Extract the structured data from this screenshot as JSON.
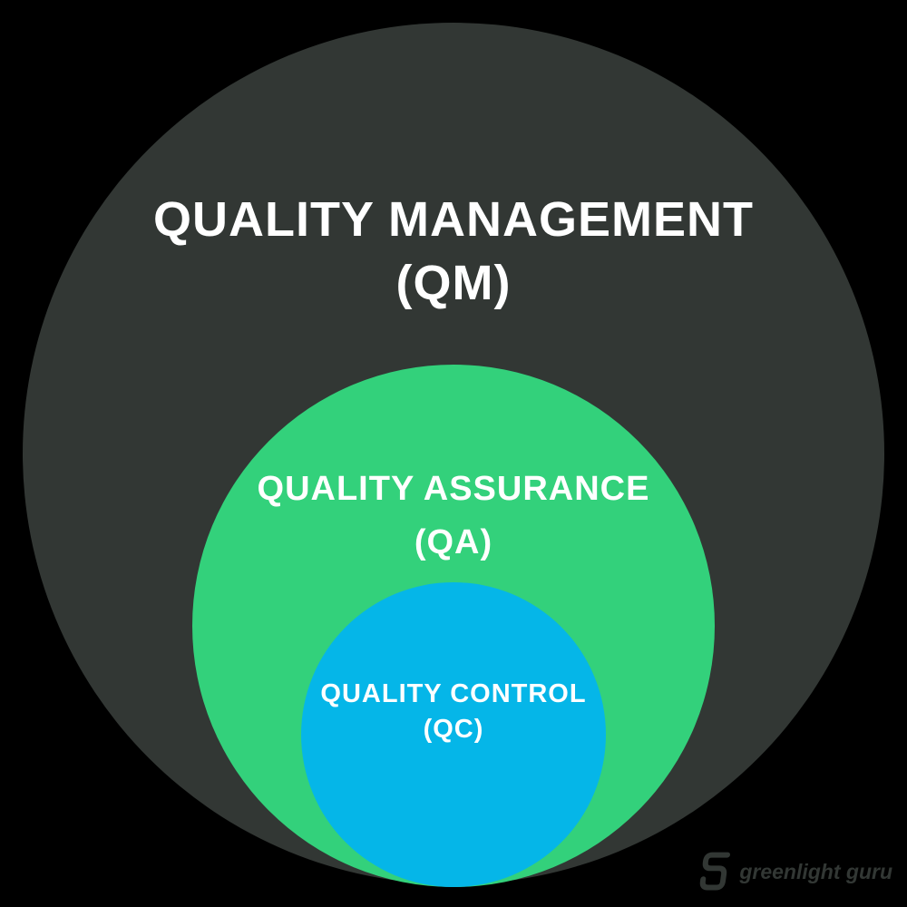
{
  "background_color": "#000000",
  "text_color": "#ffffff",
  "circles": {
    "qm": {
      "label": "QUALITY MANAGEMENT",
      "abbr": "(QM)",
      "color": "#323734"
    },
    "qa": {
      "label": "QUALITY ASSURANCE",
      "abbr": "(QA)",
      "color": "#33d17b"
    },
    "qc": {
      "label": "QUALITY CONTROL",
      "abbr": "(QC)",
      "color": "#05b6e8"
    }
  },
  "branding": {
    "logo_text": "greenlight guru",
    "logo_color": "#323734",
    "logo_icon": "greenlight-guru-g-icon"
  }
}
